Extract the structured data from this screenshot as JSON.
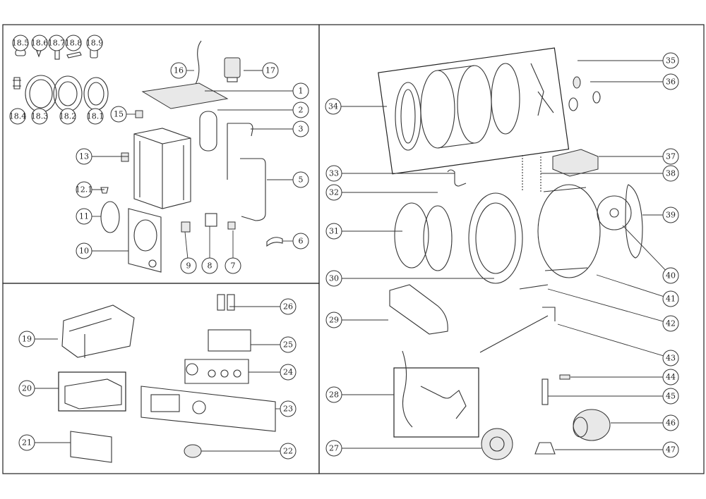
{
  "callouts": [
    {
      "id": "c18_5",
      "text": "18.5"
    },
    {
      "id": "c18_6",
      "text": "18.6"
    },
    {
      "id": "c18_7",
      "text": "18.7"
    },
    {
      "id": "c18_8",
      "text": "18.8"
    },
    {
      "id": "c18_9",
      "text": "18.9"
    },
    {
      "id": "c18_4",
      "text": "18.4"
    },
    {
      "id": "c18_3",
      "text": "18.3"
    },
    {
      "id": "c18_2",
      "text": "18.2"
    },
    {
      "id": "c18_1",
      "text": "18.1"
    },
    {
      "id": "c16",
      "text": "16"
    },
    {
      "id": "c17",
      "text": "17"
    },
    {
      "id": "c1",
      "text": "1"
    },
    {
      "id": "c2",
      "text": "2"
    },
    {
      "id": "c3",
      "text": "3"
    },
    {
      "id": "c15",
      "text": "15"
    },
    {
      "id": "c13",
      "text": "13"
    },
    {
      "id": "c5",
      "text": "5"
    },
    {
      "id": "c12_1",
      "text": "12.1"
    },
    {
      "id": "c11",
      "text": "11"
    },
    {
      "id": "c6",
      "text": "6"
    },
    {
      "id": "c10",
      "text": "10"
    },
    {
      "id": "c9",
      "text": "9"
    },
    {
      "id": "c8",
      "text": "8"
    },
    {
      "id": "c7",
      "text": "7"
    },
    {
      "id": "c26",
      "text": "26"
    },
    {
      "id": "c19",
      "text": "19"
    },
    {
      "id": "c25",
      "text": "25"
    },
    {
      "id": "c24",
      "text": "24"
    },
    {
      "id": "c20",
      "text": "20"
    },
    {
      "id": "c23",
      "text": "23"
    },
    {
      "id": "c21",
      "text": "21"
    },
    {
      "id": "c22",
      "text": "22"
    },
    {
      "id": "c35",
      "text": "35"
    },
    {
      "id": "c36",
      "text": "36"
    },
    {
      "id": "c34",
      "text": "34"
    },
    {
      "id": "c37",
      "text": "37"
    },
    {
      "id": "c33",
      "text": "33"
    },
    {
      "id": "c38",
      "text": "38"
    },
    {
      "id": "c32",
      "text": "32"
    },
    {
      "id": "c39",
      "text": "39"
    },
    {
      "id": "c31",
      "text": "31"
    },
    {
      "id": "c40",
      "text": "40"
    },
    {
      "id": "c30",
      "text": "30"
    },
    {
      "id": "c41",
      "text": "41"
    },
    {
      "id": "c29",
      "text": "29"
    },
    {
      "id": "c42",
      "text": "42"
    },
    {
      "id": "c43",
      "text": "43"
    },
    {
      "id": "c44",
      "text": "44"
    },
    {
      "id": "c28",
      "text": "28"
    },
    {
      "id": "c45",
      "text": "45"
    },
    {
      "id": "c46",
      "text": "46"
    },
    {
      "id": "c27",
      "text": "27"
    },
    {
      "id": "c47",
      "text": "47"
    }
  ]
}
